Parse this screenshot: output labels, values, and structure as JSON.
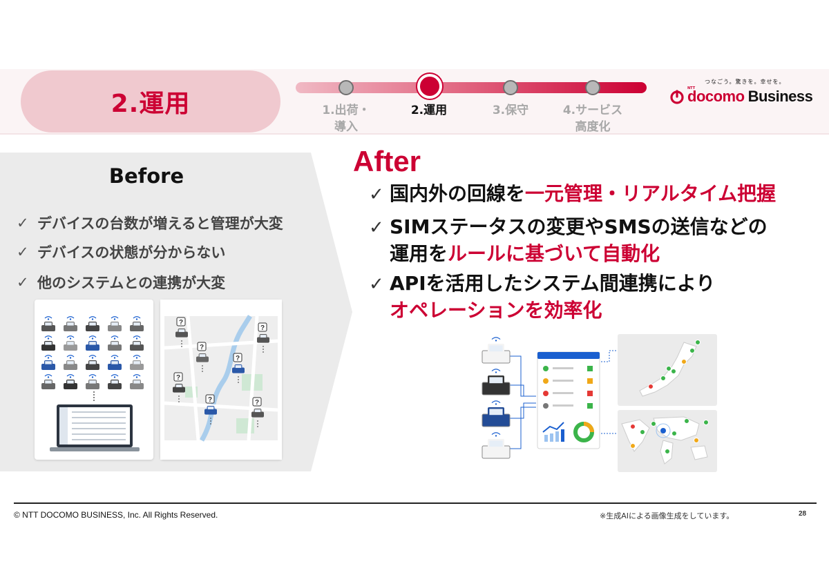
{
  "header": {
    "section_title": "2.運用",
    "steps": [
      {
        "label_line1": "1.出荷・",
        "label_line2": "導入",
        "active": false
      },
      {
        "label_line1": "2.運用",
        "label_line2": "",
        "active": true
      },
      {
        "label_line1": "3.保守",
        "label_line2": "",
        "active": false
      },
      {
        "label_line1": "4.サービス",
        "label_line2": "高度化",
        "active": false
      }
    ]
  },
  "logo": {
    "tagline": "つなごう。驚きを。幸せを。",
    "ntt": "NTT",
    "docomo": "docomo",
    "business": "Business"
  },
  "before": {
    "title": "Before",
    "items": [
      "デバイスの台数が増えると管理が大変",
      "デバイスの状態が分からない",
      "他のシステムとの連携が大変"
    ],
    "image_left_icon": "car-fleet-laptop-illustration",
    "image_right_icon": "city-map-unknown-cars-illustration"
  },
  "after": {
    "title": "After",
    "items": [
      {
        "line1_plain": "国内外の回線を",
        "line1_red": "一元管理・リアルタイム把握",
        "line2_plain": "",
        "line2_red": ""
      },
      {
        "line1_plain": "SIMステータスの変更やSMSの送信などの",
        "line1_red": "",
        "line2_plain": "運用を",
        "line2_red": "ルールに基づいて自動化"
      },
      {
        "line1_plain": "APIを活用したシステム間連携により",
        "line1_red": "",
        "line2_plain": "",
        "line2_red": "オペレーションを効率化"
      }
    ],
    "image_icon": "connected-cars-dashboard-map-illustration"
  },
  "check_glyph": "✓",
  "colors": {
    "brand_red": "#cc0033",
    "pill_pink": "#f0c9cf",
    "panel_gray": "#ebebeb"
  },
  "footer": {
    "copyright": "© NTT DOCOMO BUSINESS, Inc. All Rights Reserved.",
    "note": "※生成AIによる画像生成をしています。",
    "page_number": "28"
  }
}
